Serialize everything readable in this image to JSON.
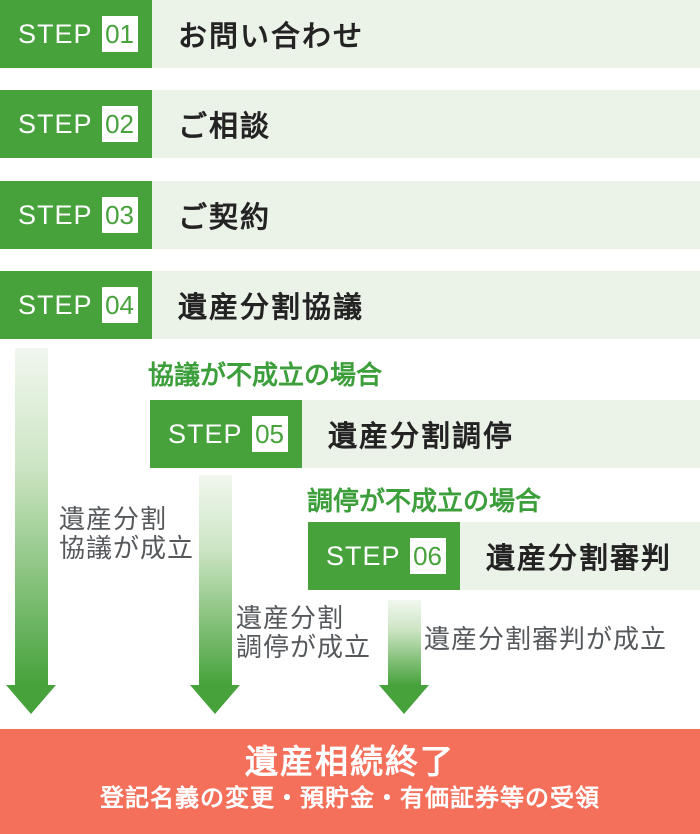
{
  "steps": [
    {
      "label": "STEP",
      "num": "01",
      "title": "お問い合わせ"
    },
    {
      "label": "STEP",
      "num": "02",
      "title": "ご相談"
    },
    {
      "label": "STEP",
      "num": "03",
      "title": "ご契約"
    },
    {
      "label": "STEP",
      "num": "04",
      "title": "遺産分割協議"
    },
    {
      "label": "STEP",
      "num": "05",
      "title": "遺産分割調停"
    },
    {
      "label": "STEP",
      "num": "06",
      "title": "遺産分割審判"
    }
  ],
  "conditions": [
    "協議が不成立の場合",
    "調停が不成立の場合"
  ],
  "arrow_captions": [
    {
      "lines": [
        "遺産分割",
        "協議が成立"
      ]
    },
    {
      "lines": [
        "遺産分割",
        "調停が成立"
      ]
    },
    {
      "lines": [
        "遺産分割審判が成立"
      ]
    }
  ],
  "footer": {
    "title": "遺産相続終了",
    "subtitle": "登記名義の変更・預貯金・有価証券等の受領"
  },
  "colors": {
    "accent_green": "#47a23c",
    "condition_green": "#3d9f3b",
    "row_background": "#ebf2e8",
    "dark_text": "#232323",
    "gray_caption": "#55595c",
    "footer_red": "#f4705a",
    "white": "#ffffff"
  }
}
